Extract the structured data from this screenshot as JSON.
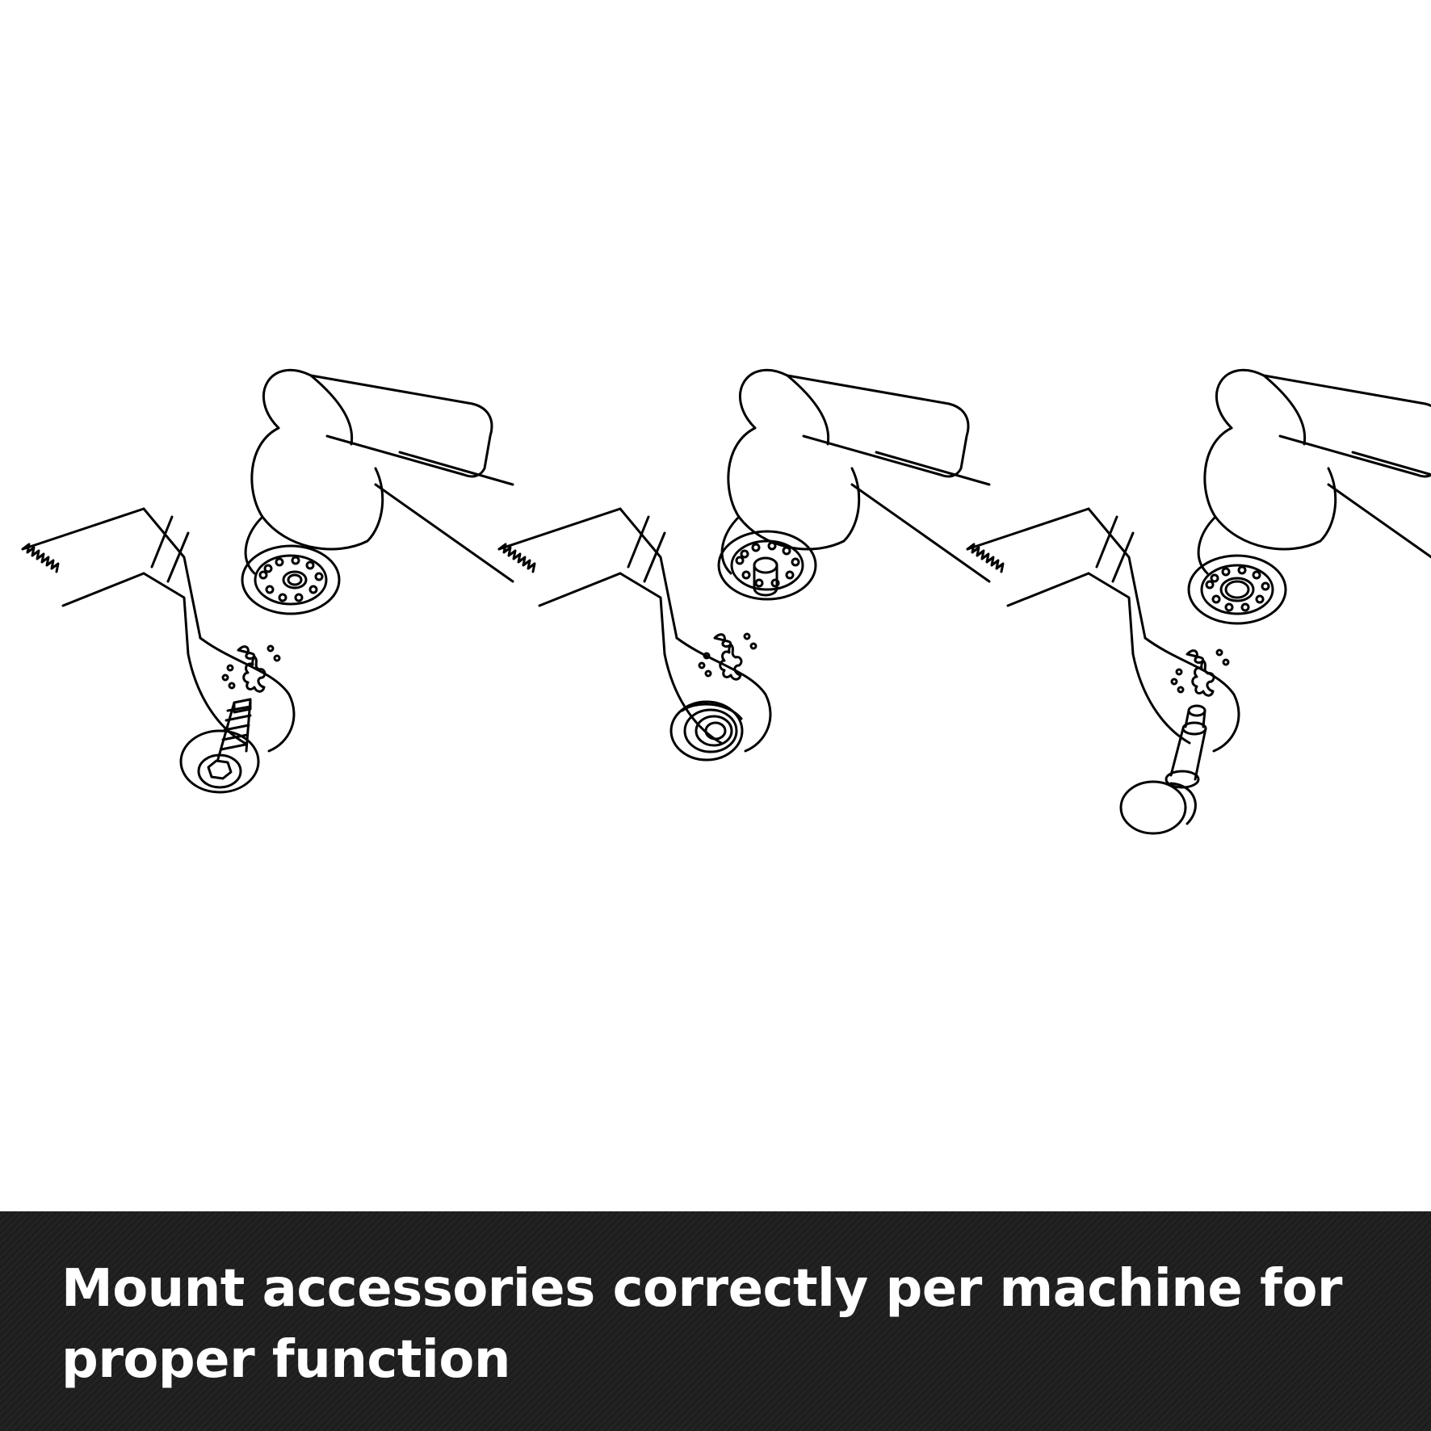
{
  "caption": {
    "text": "Mount accessories correctly per machine for proper function"
  },
  "colors": {
    "background": "#ffffff",
    "line": "#000000",
    "caption_band": "#1f1f1f",
    "caption_text": "#ffffff"
  },
  "illustrations": [
    {
      "name": "tool-with-threaded-bolt",
      "fastener": "hex-bolt-with-washer-icon"
    },
    {
      "name": "tool-with-pin-and-flange",
      "fastener": "flange-washer-icon"
    },
    {
      "name": "tool-with-quick-release-pin",
      "fastener": "quick-release-pin-icon"
    }
  ]
}
